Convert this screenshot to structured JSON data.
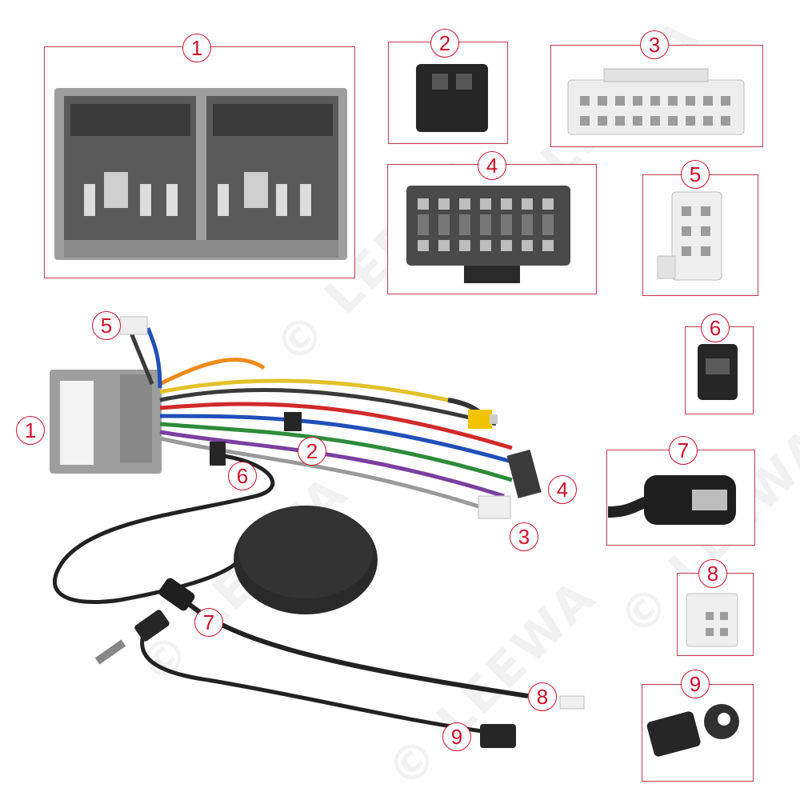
{
  "watermark": "© LEEWA",
  "callouts": {
    "c1": "1",
    "c2": "2",
    "c3": "3",
    "c4": "4",
    "c5": "5",
    "c6": "6",
    "c7": "7",
    "c8": "8",
    "c9": "9"
  },
  "harness_labels": {
    "l1": "1",
    "l2": "2",
    "l3": "3",
    "l4": "4",
    "l5": "5",
    "l6": "6",
    "l7": "7",
    "l8": "8",
    "l9": "9"
  },
  "colors": {
    "accent": "#d0102a",
    "box_border": "#c0394b",
    "connector_gray": "#9a9a9a",
    "connector_black": "#2a2a2a",
    "connector_white": "#efefef",
    "rca_yellow": "#f2c400"
  }
}
